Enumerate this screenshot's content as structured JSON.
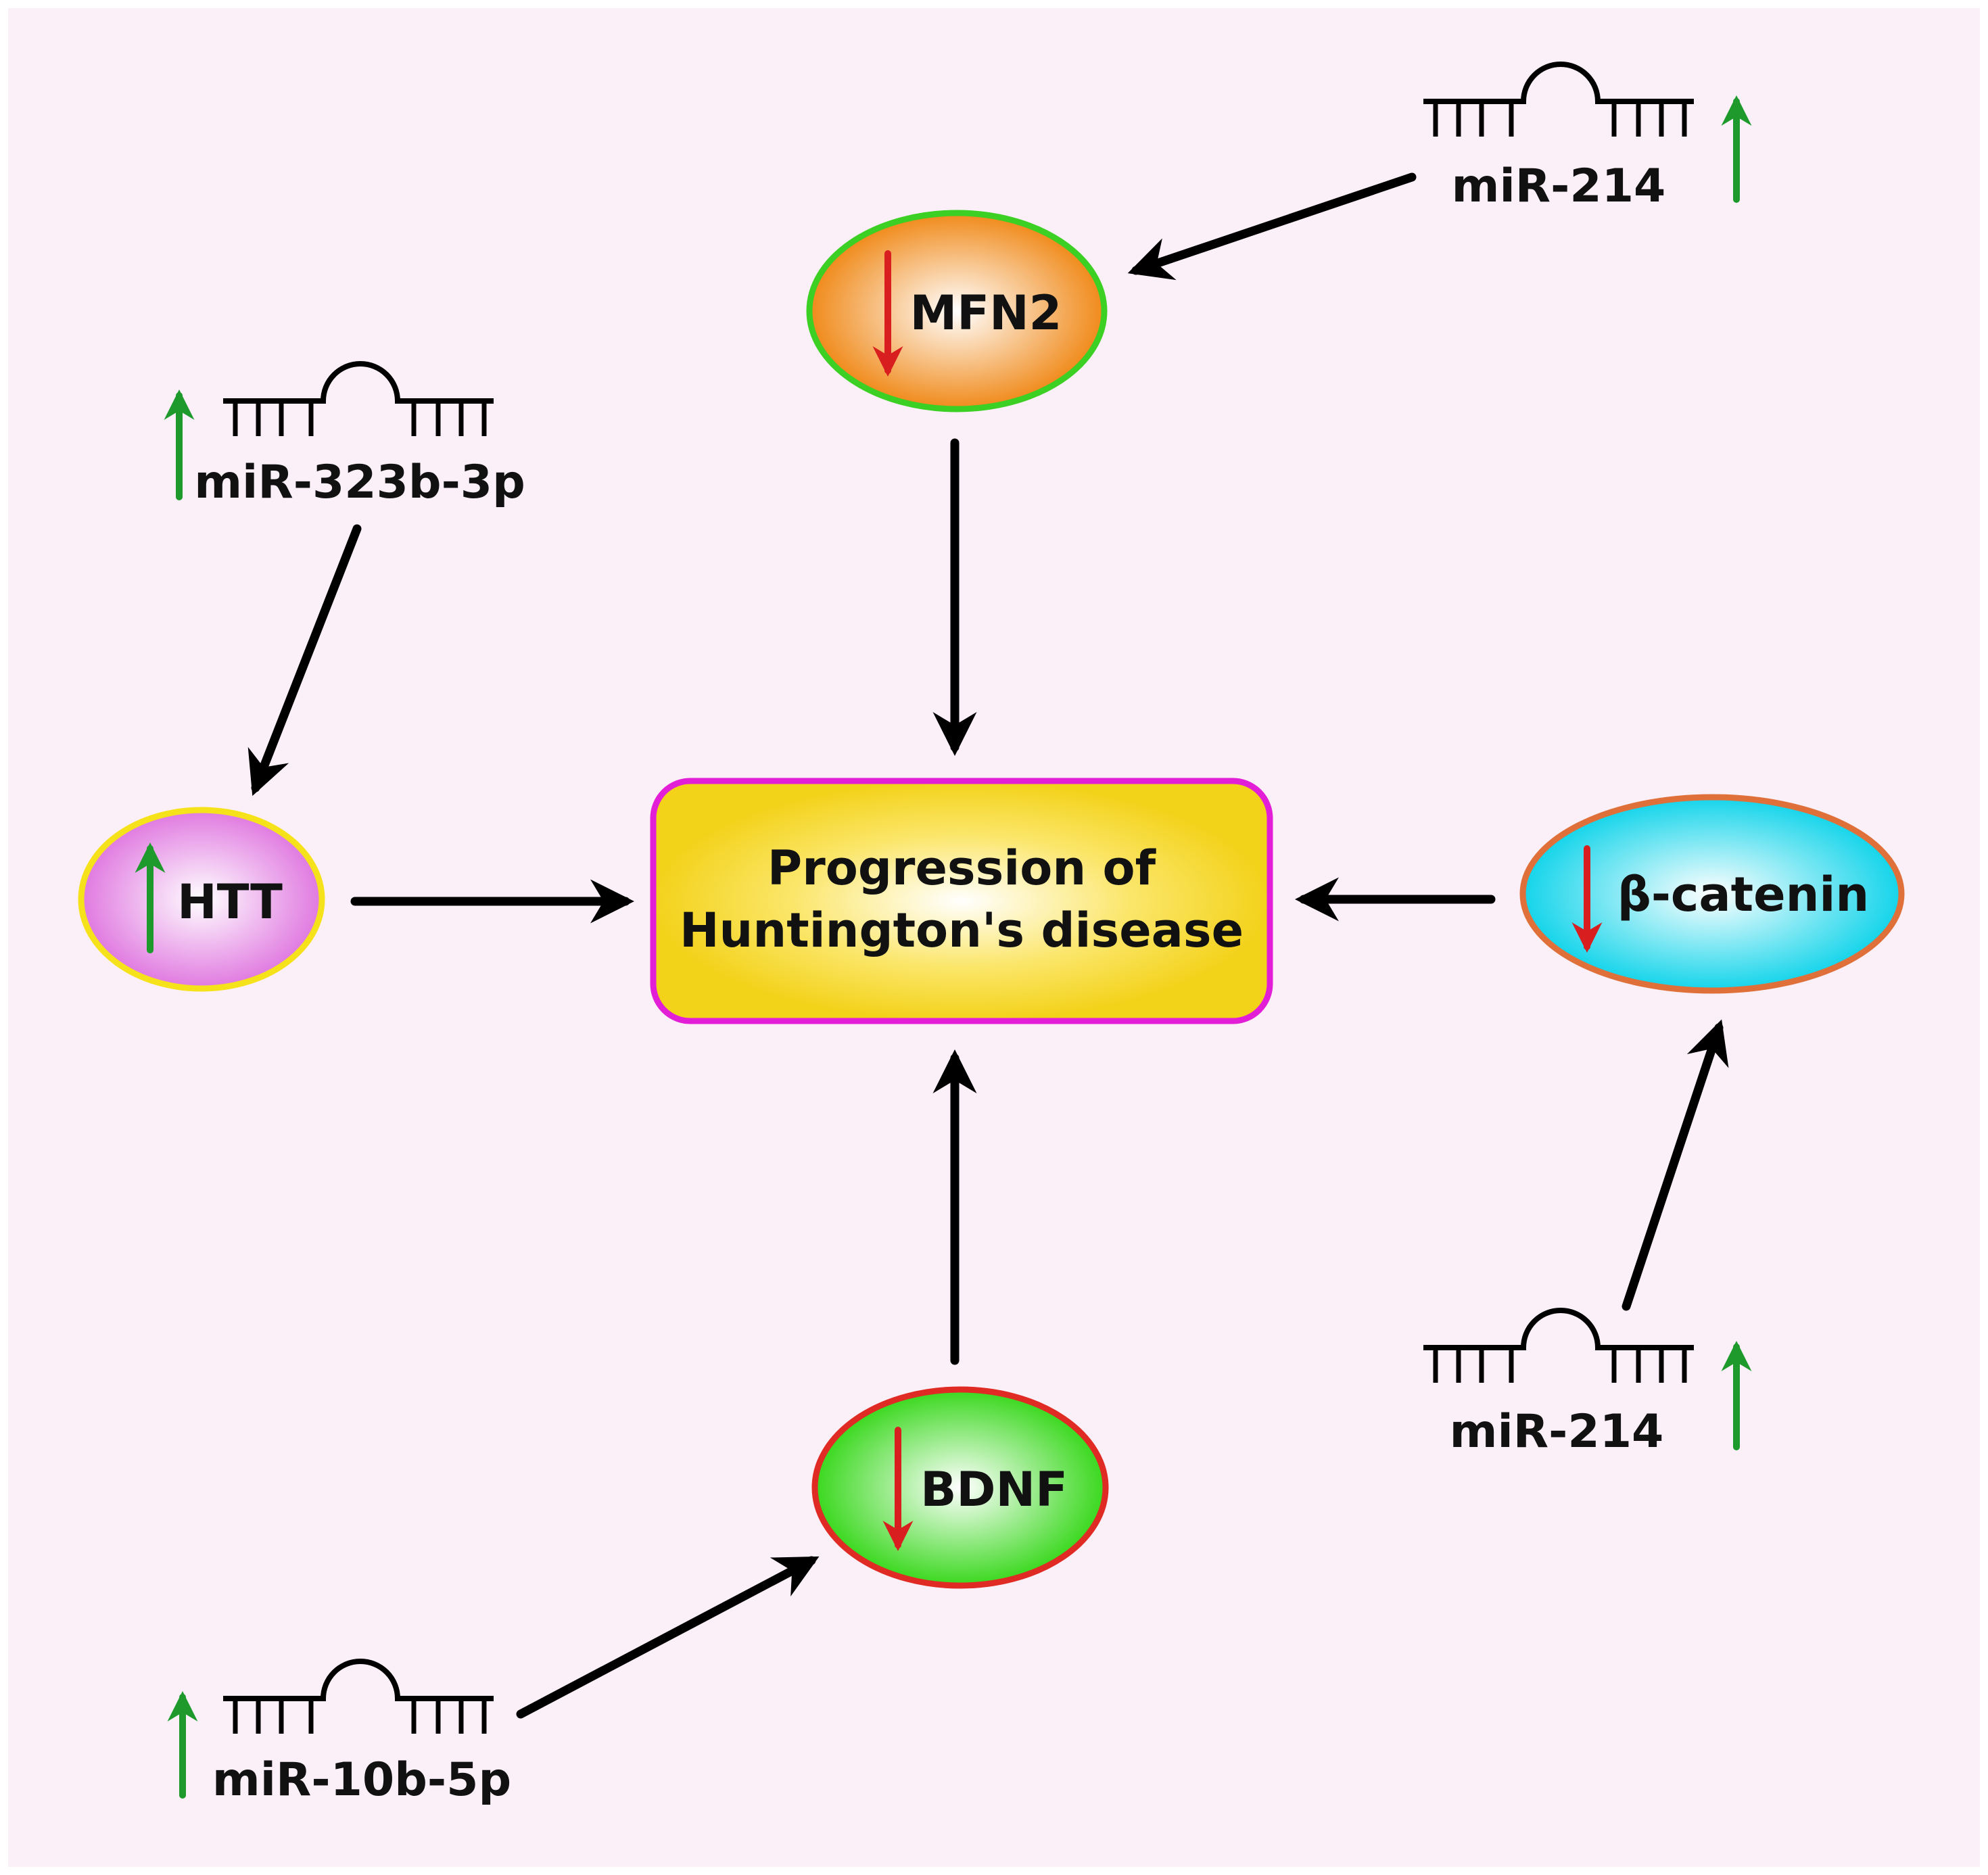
{
  "colors": {
    "background": "#fcf0f8",
    "arrow": "#000000",
    "up_arrow": "#1e9a2d",
    "down_arrow": "#d81e1e"
  },
  "center": {
    "line1": "Progression of",
    "line2": "Huntington's disease"
  },
  "nodes": {
    "mfn2": {
      "label": "MFN2",
      "change": "down"
    },
    "htt": {
      "label": "HTT",
      "change": "up"
    },
    "beta_catenin": {
      "label": "β-catenin",
      "change": "down"
    },
    "bdnf": {
      "label": "BDNF",
      "change": "down"
    }
  },
  "mirnas": {
    "mir214_top": {
      "label": "miR-214",
      "change": "up"
    },
    "mir323": {
      "label": "miR-323b-3p",
      "change": "up"
    },
    "mir214_bottom": {
      "label": "miR-214",
      "change": "up"
    },
    "mir10b": {
      "label": "miR-10b-5p",
      "change": "up"
    }
  }
}
